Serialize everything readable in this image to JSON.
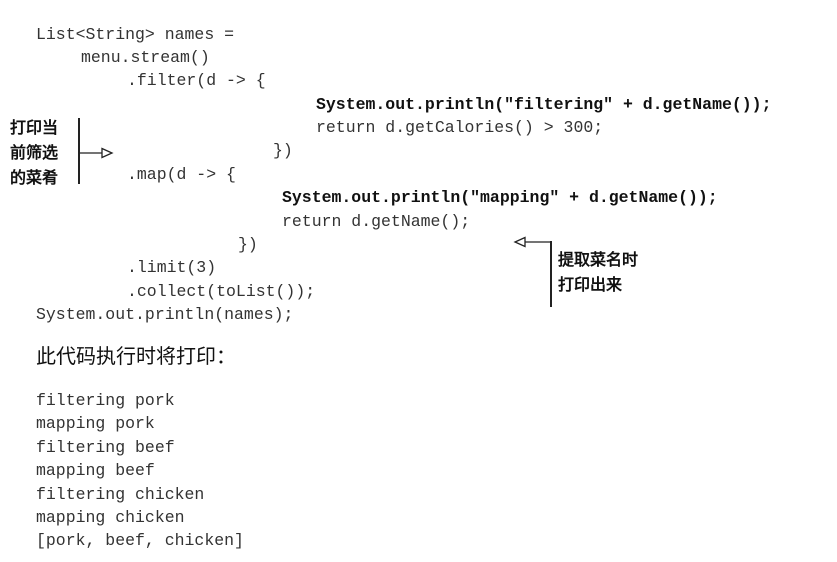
{
  "code": {
    "lines": [
      "List<String> names =",
      "menu.stream()",
      ".filter(d -> {",
      "System.out.println(\"filtering\" + d.getName());",
      "return d.getCalories() > 300;",
      "})",
      ".map(d -> {",
      "System.out.println(\"mapping\" + d.getName());",
      "return d.getName();",
      "})",
      ".limit(3)",
      ".collect(toList());",
      "System.out.println(names);"
    ]
  },
  "annotations": {
    "left_note": [
      "打印当",
      "前筛选",
      "的菜肴"
    ],
    "right_note": [
      "提取菜名时",
      "打印出来"
    ]
  },
  "prose": {
    "intro": "此代码执行时将打印："
  },
  "output": {
    "lines": [
      "filtering pork",
      "mapping pork",
      "filtering beef",
      "mapping beef",
      "filtering chicken",
      "mapping chicken",
      "[pork, beef, chicken]"
    ]
  }
}
